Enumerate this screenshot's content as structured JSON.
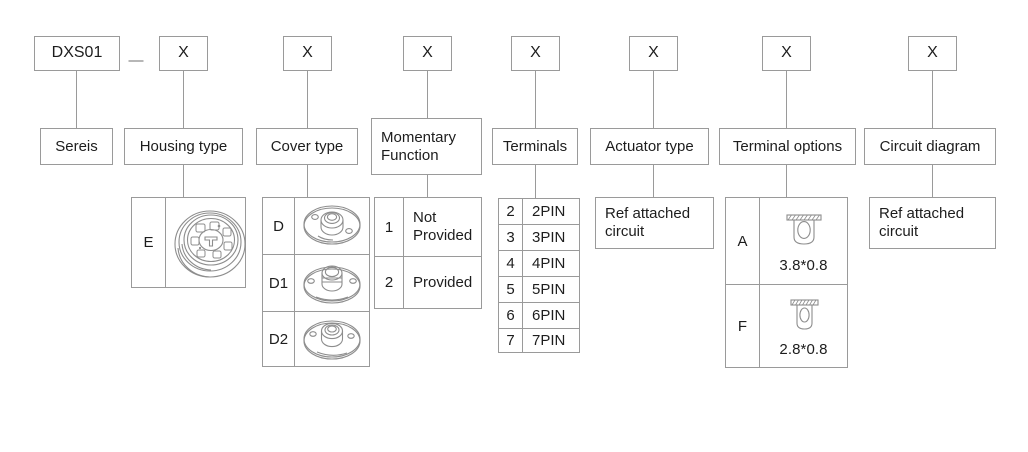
{
  "part_code": {
    "series_code": "DXS01",
    "separator": "—",
    "variable_marks": [
      "X",
      "X",
      "X",
      "X",
      "X",
      "X",
      "X",
      "X"
    ]
  },
  "categories": [
    {
      "id": "series",
      "label": "Sereis"
    },
    {
      "id": "housing-type",
      "label": "Housing type"
    },
    {
      "id": "cover-type",
      "label": "Cover type"
    },
    {
      "id": "momentary-function",
      "label": "Momentary\nFunction"
    },
    {
      "id": "terminals",
      "label": "Terminals"
    },
    {
      "id": "actuator-type",
      "label": "Actuator type"
    },
    {
      "id": "terminal-options",
      "label": "Terminal options"
    },
    {
      "id": "circuit-diagram",
      "label": "Circuit diagram"
    }
  ],
  "housing_type": {
    "rows": [
      {
        "code": "E",
        "image": "switch-base-illustration"
      }
    ]
  },
  "cover_type": {
    "rows": [
      {
        "code": "D",
        "image": "cover-cap-illustration"
      },
      {
        "code": "D1",
        "image": "cover-cap-illustration"
      },
      {
        "code": "D2",
        "image": "cover-cap-illustration"
      }
    ]
  },
  "momentary_function": {
    "rows": [
      {
        "code": "1",
        "label": "Not\nProvided"
      },
      {
        "code": "2",
        "label": "Provided"
      }
    ]
  },
  "terminals": {
    "rows": [
      {
        "code": "2",
        "label": "2PIN"
      },
      {
        "code": "3",
        "label": "3PIN"
      },
      {
        "code": "4",
        "label": "4PIN"
      },
      {
        "code": "5",
        "label": "5PIN"
      },
      {
        "code": "6",
        "label": "6PIN"
      },
      {
        "code": "7",
        "label": "7PIN"
      }
    ]
  },
  "actuator_type": {
    "note": "Ref attached\ncircuit"
  },
  "terminal_options": {
    "rows": [
      {
        "code": "A",
        "image": "terminal-blade-illustration",
        "dimension": "3.8*0.8"
      },
      {
        "code": "F",
        "image": "terminal-blade-illustration",
        "dimension": "2.8*0.8"
      }
    ]
  },
  "circuit_diagram": {
    "note": "Ref attached\ncircuit"
  },
  "colors": {
    "line": "#9a9a9a",
    "text": "#1d1d1d",
    "background": "#ffffff",
    "drawing_stroke": "#8d8d8d"
  }
}
